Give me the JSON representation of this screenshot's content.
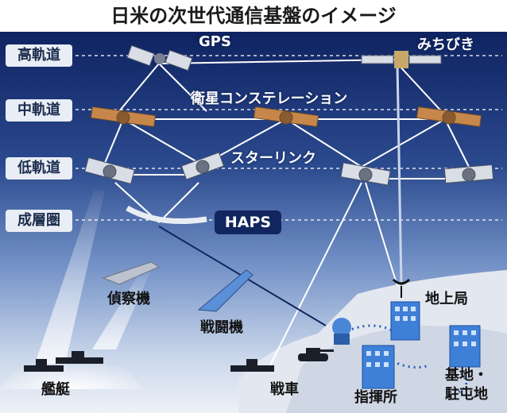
{
  "title": "日米の次世代通信基盤のイメージ",
  "orbits": [
    {
      "id": "geo",
      "label": "高軌道"
    },
    {
      "id": "meo",
      "label": "中軌道"
    },
    {
      "id": "leo",
      "label": "低軌道"
    },
    {
      "id": "strat",
      "label": "成層圏"
    }
  ],
  "systems": {
    "gps": "GPS",
    "michibiki": "みちびき",
    "constellation": "衛星コンステレーション",
    "starlink": "スターリンク",
    "haps": "HAPS"
  },
  "assets": {
    "recon": "偵察機",
    "fighter": "戦闘機",
    "ships": "艦艇",
    "tank": "戦車",
    "command": "指揮所",
    "ground_station": "地上局",
    "base": "基地・",
    "base2": "駐屯地"
  },
  "colors": {
    "sky_top": "#0f2361",
    "sky_mid": "#3a5aa0",
    "sky_low": "#c9d6ea",
    "badge": "#11255e"
  }
}
